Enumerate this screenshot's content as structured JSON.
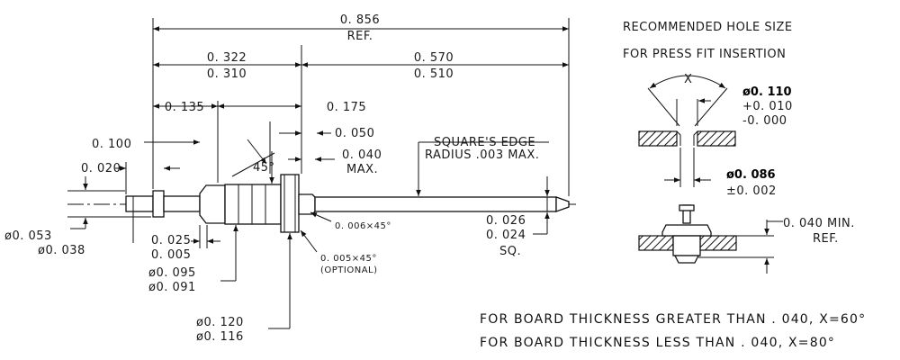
{
  "dims": {
    "overall": "0. 856",
    "overall_ref": "REF.",
    "a_upper": "0. 322",
    "a_lower": "0. 310",
    "b_upper": "0. 570",
    "b_lower": "0. 510",
    "d135": "0. 135",
    "d175": "0. 175",
    "d100": "0. 100",
    "d050": "0. 050",
    "d020": "0. 020",
    "d040": "0. 040",
    "d040_max": "MAX.",
    "angle": "45°",
    "square_edge": "SQUARE'S EDGE",
    "square_edge_radius": "RADIUS .003 MAX.",
    "dia053": "ø0. 053",
    "dia038": "ø0. 038",
    "d025": "0. 025",
    "d005": "0. 005",
    "dia095": "ø0. 095",
    "dia091": "ø0. 091",
    "dia120": "ø0. 120",
    "dia116": "ø0. 116",
    "chamfer1": "0. 006×45°",
    "chamfer2": "0. 005×45°",
    "chamfer2_opt": "(OPTIONAL)",
    "sq_upper": "0. 026",
    "sq_lower": "0. 024",
    "sq": "SQ."
  },
  "hole": {
    "title_line1": "RECOMMENDED HOLE SIZE",
    "title_line2": "FOR PRESS FIT INSERTION",
    "angle_label": "X",
    "dia110": "ø0. 110",
    "tol_plus": "+0. 010",
    "tol_minus": "-0. 000",
    "dia086": "ø0. 086",
    "tol_086": "±0. 002",
    "min_ref": "0. 040 MIN.",
    "min_ref2": "REF."
  },
  "notes": {
    "line1": "FOR BOARD THICKNESS GREATER THAN . 040, X=60°",
    "line2": "FOR BOARD THICKNESS LESS THAN . 040,  X=80°"
  }
}
